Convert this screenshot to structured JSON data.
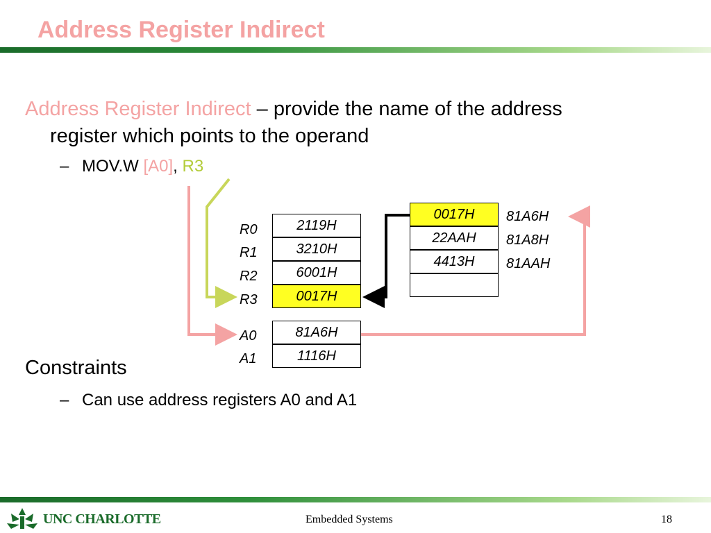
{
  "slide": {
    "title": "Address Register Indirect",
    "bullet1": {
      "highlight": "Address Register Indirect",
      "text_line1": " – provide the name of the address",
      "text_line2": "register which points to the operand"
    },
    "sub1": {
      "dash": "–",
      "op": "MOV.W ",
      "src": "[A0]",
      "comma": ", ",
      "dst": "R3"
    },
    "constraints": {
      "heading": "Constraints",
      "dash": "–",
      "item": "Can use address registers A0 and A1"
    }
  },
  "diagram": {
    "data_registers": [
      {
        "name": "R0",
        "value": "2119H"
      },
      {
        "name": "R1",
        "value": "3210H"
      },
      {
        "name": "R2",
        "value": "6001H"
      },
      {
        "name": "R3",
        "value": "0017H"
      }
    ],
    "address_registers": [
      {
        "name": "A0",
        "value": "81A6H"
      },
      {
        "name": "A1",
        "value": "1116H"
      }
    ],
    "memory": [
      {
        "value": "0017H",
        "address": "81A6H"
      },
      {
        "value": "22AAH",
        "address": "81A8H"
      },
      {
        "value": "4413H",
        "address": "81AAH"
      },
      {
        "value": "",
        "address": ""
      }
    ],
    "colors": {
      "highlight": "#ffff22",
      "source_arrow": "#f4a3a3",
      "dest_arrow": "#c8d65a",
      "data_arrow": "#000000"
    }
  },
  "footer": {
    "logo": "UNC CHARLOTTE",
    "center": "Embedded Systems",
    "page": "18"
  }
}
